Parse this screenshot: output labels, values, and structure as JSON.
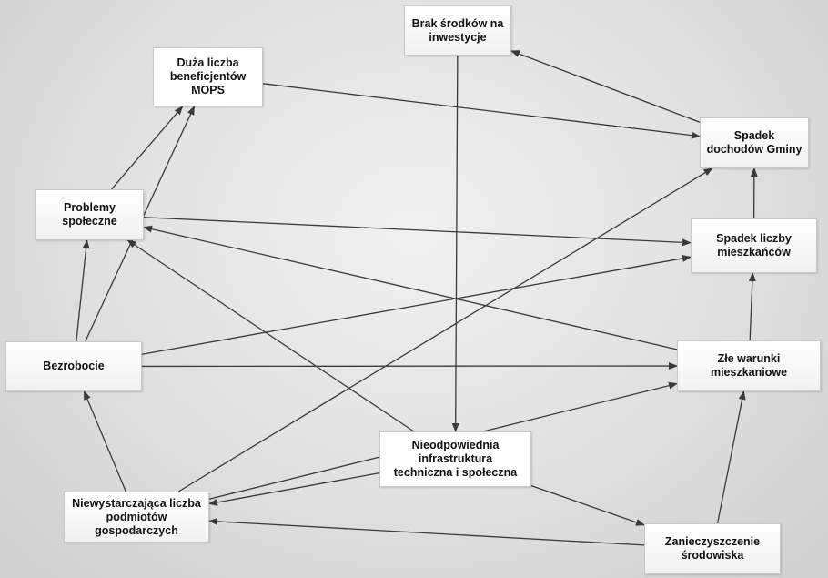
{
  "nodes": [
    {
      "id": "brak",
      "label": "Brak środków na\ninwestycje"
    },
    {
      "id": "duza",
      "label": "Duża liczba\nbeneficjentów\nMOPS"
    },
    {
      "id": "spadek_doch",
      "label": "Spadek\ndochodów Gminy"
    },
    {
      "id": "problemy",
      "label": "Problemy\nspołeczne"
    },
    {
      "id": "spadek_miesz",
      "label": "Spadek liczby\nmieszkańców"
    },
    {
      "id": "bezrobocie",
      "label": "Bezrobocie"
    },
    {
      "id": "zle",
      "label": "Złe warunki\nmieszkaniowe"
    },
    {
      "id": "nieodp",
      "label": "Nieodpowiednia\ninfrastruktura\ntechniczna i społeczna"
    },
    {
      "id": "niewyst",
      "label": "Niewystarczająca liczba\npodmiotów\ngospodarczych"
    },
    {
      "id": "zanieczy",
      "label": "Zanieczyszczenie\nśrodowiska"
    }
  ],
  "edges": [
    {
      "from": "spadek_doch",
      "to": "brak"
    },
    {
      "from": "duza",
      "to": "spadek_doch"
    },
    {
      "from": "spadek_miesz",
      "to": "spadek_doch"
    },
    {
      "from": "problemy",
      "to": "duza"
    },
    {
      "from": "bezrobocie",
      "to": "duza"
    },
    {
      "from": "bezrobocie",
      "to": "problemy"
    },
    {
      "from": "bezrobocie",
      "to": "spadek_miesz"
    },
    {
      "from": "bezrobocie",
      "to": "zle"
    },
    {
      "from": "zle",
      "to": "spadek_miesz"
    },
    {
      "from": "zle",
      "to": "problemy"
    },
    {
      "from": "problemy",
      "to": "spadek_miesz"
    },
    {
      "from": "brak",
      "to": "nieodp"
    },
    {
      "from": "nieodp",
      "to": "problemy"
    },
    {
      "from": "nieodp",
      "to": "niewyst"
    },
    {
      "from": "nieodp",
      "to": "zanieczy"
    },
    {
      "from": "niewyst",
      "to": "bezrobocie"
    },
    {
      "from": "niewyst",
      "to": "spadek_doch"
    },
    {
      "from": "niewyst",
      "to": "zle"
    },
    {
      "from": "zanieczy",
      "to": "niewyst"
    },
    {
      "from": "zanieczy",
      "to": "zle"
    }
  ]
}
